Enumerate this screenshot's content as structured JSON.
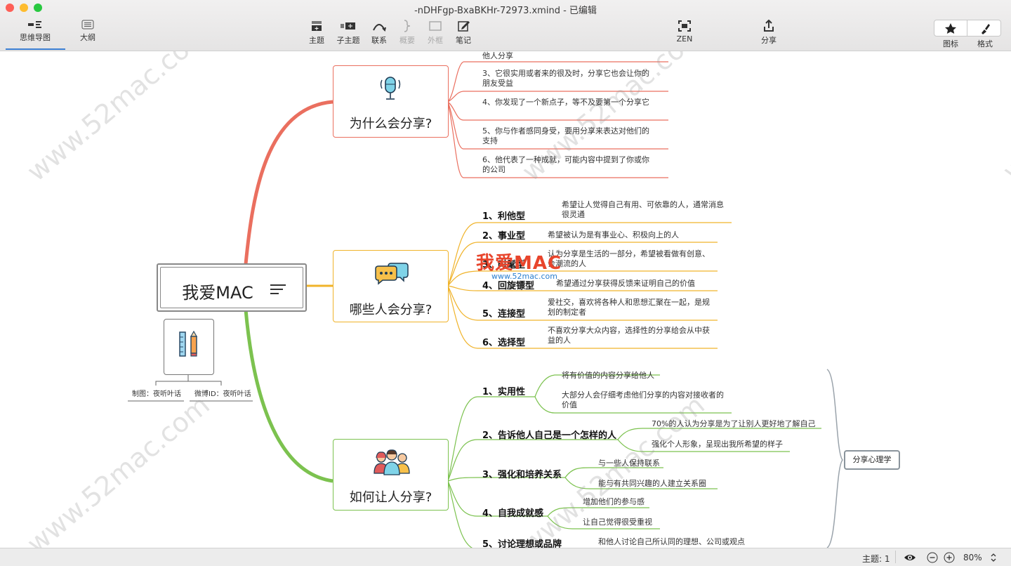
{
  "window": {
    "title": "-nDHFgp-BxaBKHr-72973.xmind - 已编辑",
    "traffic_colors": [
      "#fe5f57",
      "#febc2e",
      "#28c840"
    ]
  },
  "toolbar": {
    "views": [
      {
        "label": "思维导图",
        "icon": "mindmap-icon"
      },
      {
        "label": "大纲",
        "icon": "outline-icon"
      }
    ],
    "insert": [
      {
        "label": "主题",
        "icon": "topic-icon"
      },
      {
        "label": "子主题",
        "icon": "subtopic-icon"
      },
      {
        "label": "联系",
        "icon": "relationship-icon"
      },
      {
        "label": "概要",
        "icon": "summary-icon"
      },
      {
        "label": "外框",
        "icon": "boundary-icon"
      },
      {
        "label": "笔记",
        "icon": "notes-icon"
      }
    ],
    "zen": {
      "label": "ZEN",
      "icon": "zen-icon"
    },
    "share": {
      "label": "分享",
      "icon": "share-icon"
    },
    "panels": [
      {
        "label": "图标",
        "icon": "star-icon"
      },
      {
        "label": "格式",
        "icon": "brush-icon"
      }
    ]
  },
  "mindmap": {
    "central": "我爱MAC",
    "credit": {
      "author": "制图：夜听叶话",
      "weibo": "微博ID：夜听叶话"
    },
    "branches": [
      {
        "title": "为什么会分享?",
        "color": "#ea6f5f",
        "icon": "microphone-icon",
        "leaves": [
          "他人分享",
          "3、它很实用或者来的很及时，分享它也会让你的朋友受益",
          "4、你发现了一个新点子，等不及要第一个分享它",
          "5、你与作者感同身受，要用分享来表达对他们的支持",
          "6、他代表了一种成就，可能内容中提到了你或你的公司"
        ]
      },
      {
        "title": "哪些人会分享?",
        "color": "#f0b32a",
        "icon": "chat-bubbles-icon",
        "items": [
          {
            "label": "1、利他型",
            "desc": "希望让人觉得自己有用、可依靠的人，通常消息很灵通"
          },
          {
            "label": "2、事业型",
            "desc": "希望被认为是有事业心、积极向上的人"
          },
          {
            "label": "3、时髦型",
            "desc": "认为分享是生活的一部分，希望被看做有创意、会潮流的人"
          },
          {
            "label": "4、回旋镖型",
            "desc": "希望通过分享获得反馈来证明自己的价值"
          },
          {
            "label": "5、连接型",
            "desc": "爱社交，喜欢将各种人和思想汇聚在一起，是规划的制定者"
          },
          {
            "label": "6、选择型",
            "desc": "不喜欢分享大众内容，选择性的分享给会从中获益的人"
          }
        ]
      },
      {
        "title": "如何让人分享?",
        "color": "#7cc24f",
        "icon": "people-icon",
        "items": [
          {
            "label": "1、实用性",
            "details": [
              "将有价值的内容分享给他人",
              "大部分人会仔细考虑他们分享的内容对接收者的价值"
            ]
          },
          {
            "label": "2、告诉他人自己是一个怎样的人",
            "details": [
              "70%的人认为分享是为了让别人更好地了解自己",
              "强化个人形象，呈现出我所希望的样子"
            ]
          },
          {
            "label": "3、强化和培养关系",
            "details": [
              "与一些人保持联系",
              "能与有共同兴趣的人建立关系圈"
            ]
          },
          {
            "label": "4、自我成就感",
            "details": [
              "增加他们的参与感",
              "让自己觉得很受重视"
            ]
          },
          {
            "label": "5、讨论理想或品牌",
            "details": [
              "和他人讨论自己所认同的理想、公司或观点"
            ]
          }
        ]
      }
    ],
    "summary": "分享心理学"
  },
  "watermark": {
    "text": "www.52mac.com",
    "logo": "我爱MAC",
    "logo_url": "www.52mac.com"
  },
  "statusbar": {
    "topic_count": "主题: 1",
    "zoom": "80%"
  }
}
